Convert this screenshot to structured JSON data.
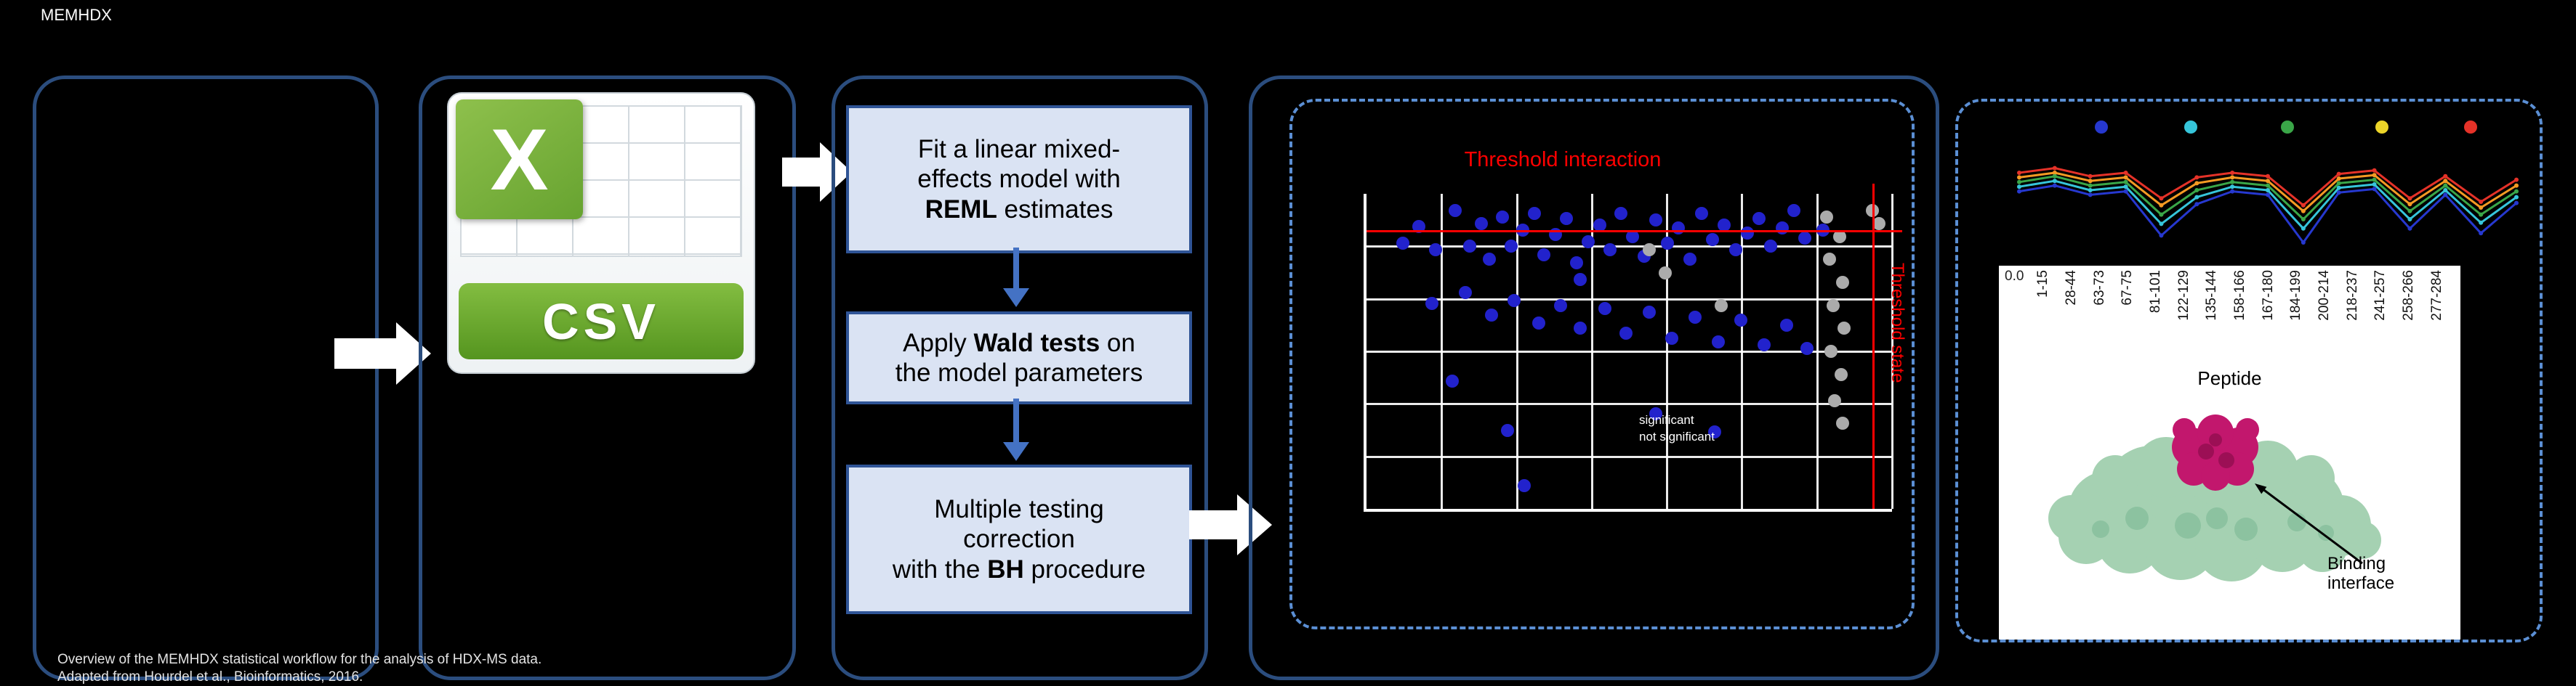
{
  "page": {
    "top_note": "MEMHDX",
    "caption_l1": "Overview of the MEMHDX statistical workflow for the analysis of HDX-MS data.",
    "caption_l2": "Adapted from Hourdel et al., Bioinformatics, 2016."
  },
  "csv_icon": {
    "letter": "X",
    "label": "CSV"
  },
  "stats": {
    "boxes": [
      {
        "lines": [
          [
            {
              "t": "Fit a linear mixed-"
            }
          ],
          [
            {
              "t": "effects model with"
            }
          ],
          [
            {
              "t": "REML",
              "b": true
            },
            {
              "t": " estimates"
            }
          ]
        ]
      },
      {
        "lines": [
          [
            {
              "t": "Apply "
            },
            {
              "t": "Wald tests",
              "b": true
            },
            {
              "t": " on"
            }
          ],
          [
            {
              "t": "the model parameters"
            }
          ]
        ]
      },
      {
        "lines": [
          [
            {
              "t": "Multiple testing"
            }
          ],
          [
            {
              "t": "correction"
            }
          ],
          [
            {
              "t": "with the "
            },
            {
              "t": "BH",
              "b": true
            },
            {
              "t": " procedure"
            }
          ]
        ]
      }
    ]
  },
  "chart_data": [
    {
      "type": "scatter",
      "title": "Threshold interaction",
      "vertical_label": "Threshold state",
      "legend": [
        "significant",
        "not significant"
      ],
      "grid": {
        "cols": 7,
        "rows": 6
      },
      "thresholds": {
        "y_frac": 0.115,
        "x_frac": 0.963
      },
      "series": [
        {
          "name": "significant",
          "color": "#2222cc",
          "points": [
            [
              0.069,
              0.156
            ],
            [
              0.1,
              0.104
            ],
            [
              0.131,
              0.177
            ],
            [
              0.169,
              0.052
            ],
            [
              0.197,
              0.167
            ],
            [
              0.219,
              0.094
            ],
            [
              0.234,
              0.208
            ],
            [
              0.259,
              0.073
            ],
            [
              0.275,
              0.167
            ],
            [
              0.297,
              0.115
            ],
            [
              0.319,
              0.063
            ],
            [
              0.338,
              0.193
            ],
            [
              0.359,
              0.13
            ],
            [
              0.381,
              0.078
            ],
            [
              0.4,
              0.219
            ],
            [
              0.422,
              0.151
            ],
            [
              0.444,
              0.099
            ],
            [
              0.463,
              0.177
            ],
            [
              0.484,
              0.063
            ],
            [
              0.506,
              0.135
            ],
            [
              0.528,
              0.198
            ],
            [
              0.55,
              0.083
            ],
            [
              0.572,
              0.156
            ],
            [
              0.594,
              0.109
            ],
            [
              0.616,
              0.208
            ],
            [
              0.638,
              0.063
            ],
            [
              0.659,
              0.146
            ],
            [
              0.681,
              0.099
            ],
            [
              0.703,
              0.177
            ],
            [
              0.725,
              0.125
            ],
            [
              0.747,
              0.078
            ],
            [
              0.769,
              0.167
            ],
            [
              0.791,
              0.109
            ],
            [
              0.813,
              0.052
            ],
            [
              0.834,
              0.141
            ],
            [
              0.125,
              0.349
            ],
            [
              0.188,
              0.313
            ],
            [
              0.238,
              0.385
            ],
            [
              0.281,
              0.339
            ],
            [
              0.328,
              0.411
            ],
            [
              0.369,
              0.354
            ],
            [
              0.406,
              0.427
            ],
            [
              0.453,
              0.365
            ],
            [
              0.494,
              0.443
            ],
            [
              0.538,
              0.375
            ],
            [
              0.581,
              0.458
            ],
            [
              0.625,
              0.391
            ],
            [
              0.669,
              0.469
            ],
            [
              0.713,
              0.401
            ],
            [
              0.756,
              0.479
            ],
            [
              0.8,
              0.417
            ],
            [
              0.838,
              0.49
            ],
            [
              0.163,
              0.594
            ],
            [
              0.269,
              0.75
            ],
            [
              0.55,
              0.698
            ],
            [
              0.663,
              0.755
            ],
            [
              0.3,
              0.927
            ],
            [
              0.406,
              0.271
            ],
            [
              0.869,
              0.115
            ]
          ]
        },
        {
          "name": "not significant",
          "color": "#ababab",
          "points": [
            [
              0.875,
              0.073
            ],
            [
              0.9,
              0.135
            ],
            [
              0.881,
              0.208
            ],
            [
              0.906,
              0.281
            ],
            [
              0.888,
              0.354
            ],
            [
              0.909,
              0.427
            ],
            [
              0.884,
              0.5
            ],
            [
              0.903,
              0.573
            ],
            [
              0.891,
              0.656
            ],
            [
              0.906,
              0.729
            ],
            [
              0.538,
              0.177
            ],
            [
              0.569,
              0.25
            ],
            [
              0.675,
              0.354
            ],
            [
              0.963,
              0.052
            ],
            [
              0.975,
              0.094
            ]
          ]
        }
      ]
    },
    {
      "type": "line",
      "categories": [
        "1-15",
        "28-44",
        "63-73",
        "67-75",
        "81-101",
        "122-129",
        "135-144",
        "158-166",
        "167-180",
        "184-199",
        "200-214",
        "218-237",
        "241-257",
        "258-266",
        "277-284"
      ],
      "series": [
        {
          "name": "series-red",
          "color": "#e53228",
          "values": [
            0.3,
            0.26,
            0.33,
            0.3,
            0.52,
            0.34,
            0.3,
            0.33,
            0.58,
            0.31,
            0.28,
            0.52,
            0.33,
            0.55,
            0.36
          ]
        },
        {
          "name": "series-orange",
          "color": "#f59a23",
          "values": [
            0.34,
            0.3,
            0.37,
            0.34,
            0.58,
            0.39,
            0.34,
            0.37,
            0.63,
            0.35,
            0.32,
            0.57,
            0.37,
            0.6,
            0.41
          ]
        },
        {
          "name": "series-green",
          "color": "#3aa648",
          "values": [
            0.38,
            0.33,
            0.41,
            0.38,
            0.66,
            0.45,
            0.38,
            0.41,
            0.7,
            0.39,
            0.36,
            0.63,
            0.41,
            0.66,
            0.46
          ]
        },
        {
          "name": "series-cyan",
          "color": "#36c5da",
          "values": [
            0.42,
            0.37,
            0.45,
            0.42,
            0.74,
            0.51,
            0.42,
            0.45,
            0.78,
            0.43,
            0.4,
            0.7,
            0.45,
            0.73,
            0.51
          ]
        },
        {
          "name": "series-blue",
          "color": "#2638cf",
          "values": [
            0.46,
            0.41,
            0.49,
            0.46,
            0.84,
            0.57,
            0.46,
            0.49,
            0.9,
            0.47,
            0.44,
            0.78,
            0.49,
            0.82,
            0.56
          ]
        }
      ],
      "legend_dot_colors": [
        "#2638cf",
        "#36c5da",
        "#3aa648",
        "#ecd529",
        "#e53228"
      ]
    }
  ],
  "results": {
    "y_tick": "0.0",
    "xlabel": "Peptide",
    "annotation_l1": "Binding",
    "annotation_l2": "interface"
  }
}
